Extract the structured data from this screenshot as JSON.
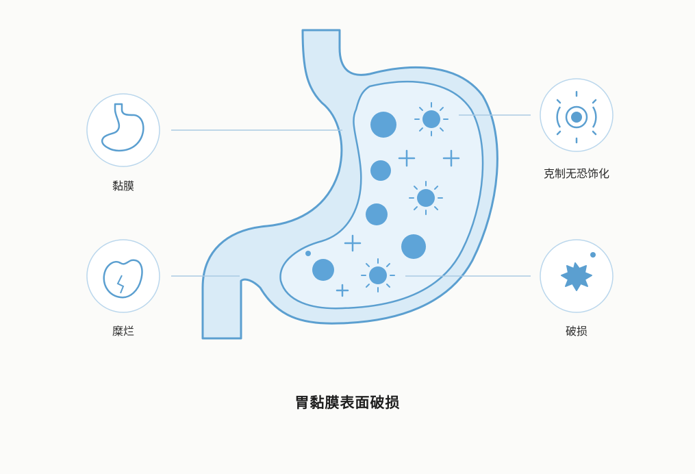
{
  "title": "胃黏膜表面破损",
  "callouts": {
    "mucosa": {
      "label": "黏膜",
      "icon": "stomach-outline-icon"
    },
    "erosion": {
      "label": "糜烂",
      "icon": "eroded-stomach-icon"
    },
    "overgrowth": {
      "label": "克制无恐饰化",
      "icon": "radiating-cell-icon"
    },
    "damage": {
      "label": "破损",
      "icon": "damaged-cell-icon"
    }
  },
  "colors": {
    "stroke": "#5b9fd0",
    "stomach_fill": "#d9ebf7",
    "inner_fill": "#e8f3fb",
    "dot": "#5ea4d8",
    "leader_line": "#a9c9e3",
    "circle_border": "#b9d6ec"
  }
}
